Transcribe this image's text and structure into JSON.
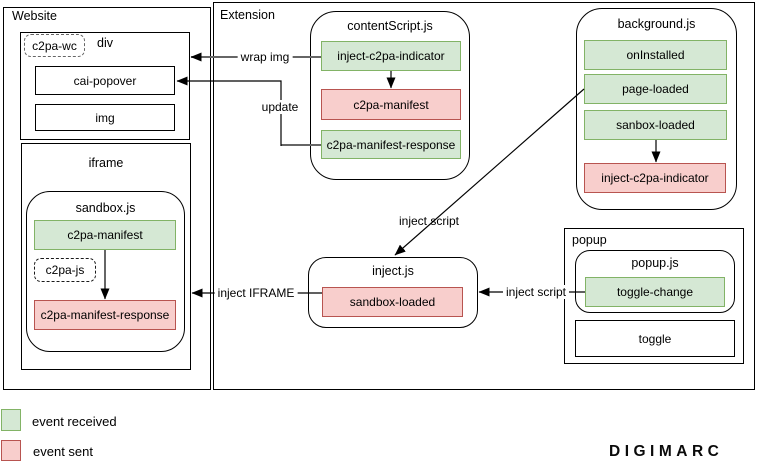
{
  "website": {
    "title": "Website",
    "div_group": {
      "title": "div",
      "c2pa_wc": "c2pa-wc",
      "cai_popover": "cai-popover",
      "img": "img"
    },
    "iframe_group": {
      "title": "iframe",
      "sandbox": {
        "title": "sandbox.js",
        "c2pa_manifest": "c2pa-manifest",
        "c2pa_js": "c2pa-js",
        "c2pa_manifest_response": "c2pa-manifest-response"
      }
    }
  },
  "extension": {
    "title": "Extension",
    "content_script": {
      "title": "contentScript.js",
      "inject_c2pa_indicator": "inject-c2pa-indicator",
      "c2pa_manifest": "c2pa-manifest",
      "c2pa_manifest_response": "c2pa-manifest-response"
    },
    "background": {
      "title": "background.js",
      "on_installed": "onInstalled",
      "page_loaded": "page-loaded",
      "sanbox_loaded": "sanbox-loaded",
      "inject_c2pa_indicator": "inject-c2pa-indicator"
    },
    "inject": {
      "title": "inject.js",
      "sandbox_loaded": "sandbox-loaded"
    },
    "popup": {
      "title": "popup",
      "popup_js": {
        "title": "popup.js",
        "toggle_change": "toggle-change"
      },
      "toggle": "toggle"
    }
  },
  "edges": {
    "wrap_img": "wrap img",
    "update": "update",
    "inject_script_background": "inject script",
    "inject_iframe": "inject IFRAME",
    "inject_script_popup": "inject script"
  },
  "legend": {
    "received": {
      "label": "event received",
      "fill": "#d5e8d4",
      "border": "#82b366"
    },
    "sent": {
      "label": "event sent",
      "fill": "#f8cecc",
      "border": "#b85450"
    }
  },
  "brand": {
    "logo": "DIGIMARC"
  }
}
